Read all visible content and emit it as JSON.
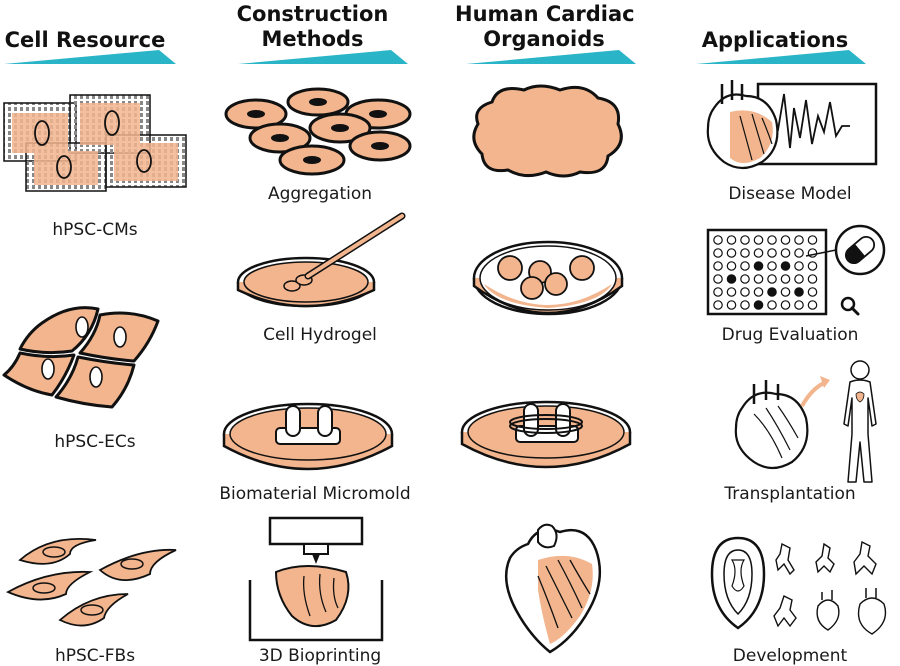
{
  "columns": [
    {
      "id": "cell-resource",
      "header": [
        "Cell Resource"
      ],
      "items": [
        "hPSC-CMs",
        "hPSC-ECs",
        "hPSC-FBs"
      ]
    },
    {
      "id": "construction-methods",
      "header": [
        "Construction",
        "Methods"
      ],
      "items": [
        "Aggregation",
        "Cell Hydrogel",
        "Biomaterial Micromold",
        "3D Bioprinting"
      ]
    },
    {
      "id": "human-cardiac-organoids",
      "header": [
        "Human Cardiac",
        "Organoids"
      ],
      "items": []
    },
    {
      "id": "applications",
      "header": [
        "Applications"
      ],
      "items": [
        "Disease Model",
        "Drug Evaluation",
        "Transplantation",
        "Development"
      ]
    }
  ],
  "colors": {
    "accent_teal": "#29b4c8",
    "tissue_peach": "#f2b58e",
    "outline": "#111111"
  },
  "icons": [
    "cardiomyocyte-sheet-icon",
    "endothelial-cells-icon",
    "fibroblasts-icon",
    "cell-aggregate-icon",
    "hydrogel-dish-icon",
    "micromold-dish-icon",
    "bioprinter-icon",
    "organoid-blob-icon",
    "organoid-spheres-dish-icon",
    "organoid-ring-dish-icon",
    "heart-organoid-icon",
    "heart-ecg-icon",
    "well-plate-capsule-icon",
    "heart-to-body-icon",
    "embryo-development-icon"
  ]
}
